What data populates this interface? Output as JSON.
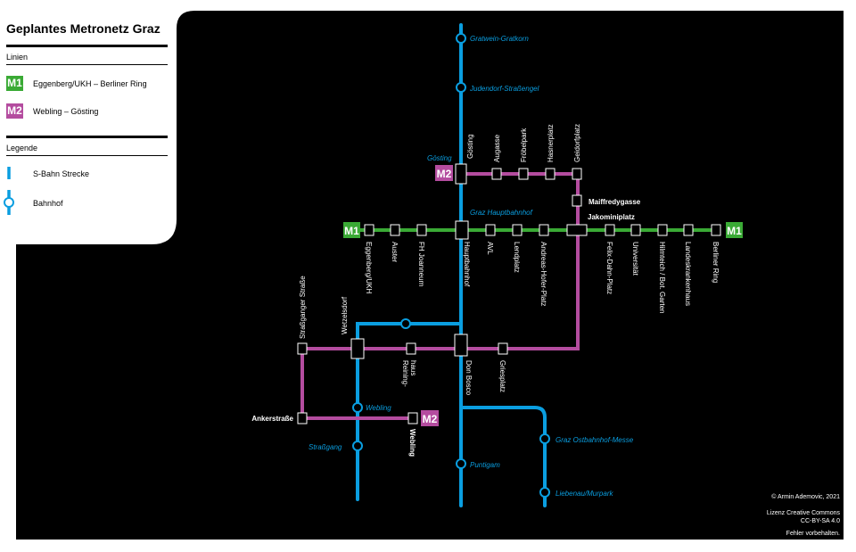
{
  "title": "Geplantes Metronetz Graz",
  "lines_heading": "Linien",
  "lines": [
    {
      "code": "M1",
      "label": "Eggenberg/UKH – Berliner Ring",
      "color": "#3aaa35"
    },
    {
      "code": "M2",
      "label": "Webling – Gösting",
      "color": "#b44c9f"
    }
  ],
  "legend_heading": "Legende",
  "legend": [
    {
      "label": "S-Bahn Strecke",
      "icon": "sbahn-line-icon"
    },
    {
      "label": "Bahnhof",
      "icon": "station-circle-icon"
    }
  ],
  "colors": {
    "sbahn": "#0a9ee0",
    "background": "#000000",
    "m1": "#3aaa35",
    "m2": "#b44c9f"
  },
  "sbahn_stations": [
    "Gratwein-Gratkorn",
    "Judendorf-Straßengel",
    "Gösting",
    "Graz Hauptbahnhof",
    "Webling",
    "Straßgang",
    "Puntigam",
    "Graz Ostbahnhof-Messe",
    "Liebenau/Murpark"
  ],
  "m1_stations": [
    "Eggenberg/UKH",
    "Auster",
    "FH Joanneum",
    "Hauptbahnhof",
    "AVL",
    "Lendplatz",
    "Andreas-Hofer-Platz",
    "Jakominiplatz",
    "Felix-Dahn-Platz",
    "Universität",
    "Hilmteich / Bot. Garten",
    "Landeskrankenhaus",
    "Berliner Ring"
  ],
  "m2_stations": [
    "Ankerstraße",
    "Straßganger Straße",
    "Wetzelsdorf",
    "Reining-haus",
    "Don Bosco",
    "Griesplatz",
    "Maiffredygasse",
    "Gösting",
    "Augasse",
    "Fröbelpark",
    "Hasnerplatz",
    "Geidorfplatz"
  ],
  "credits": [
    "© Armin Ademovic, 2021",
    "Lizenz Creative Commons",
    "CC-BY-SA 4.0",
    "Fehler vorbehalten."
  ]
}
